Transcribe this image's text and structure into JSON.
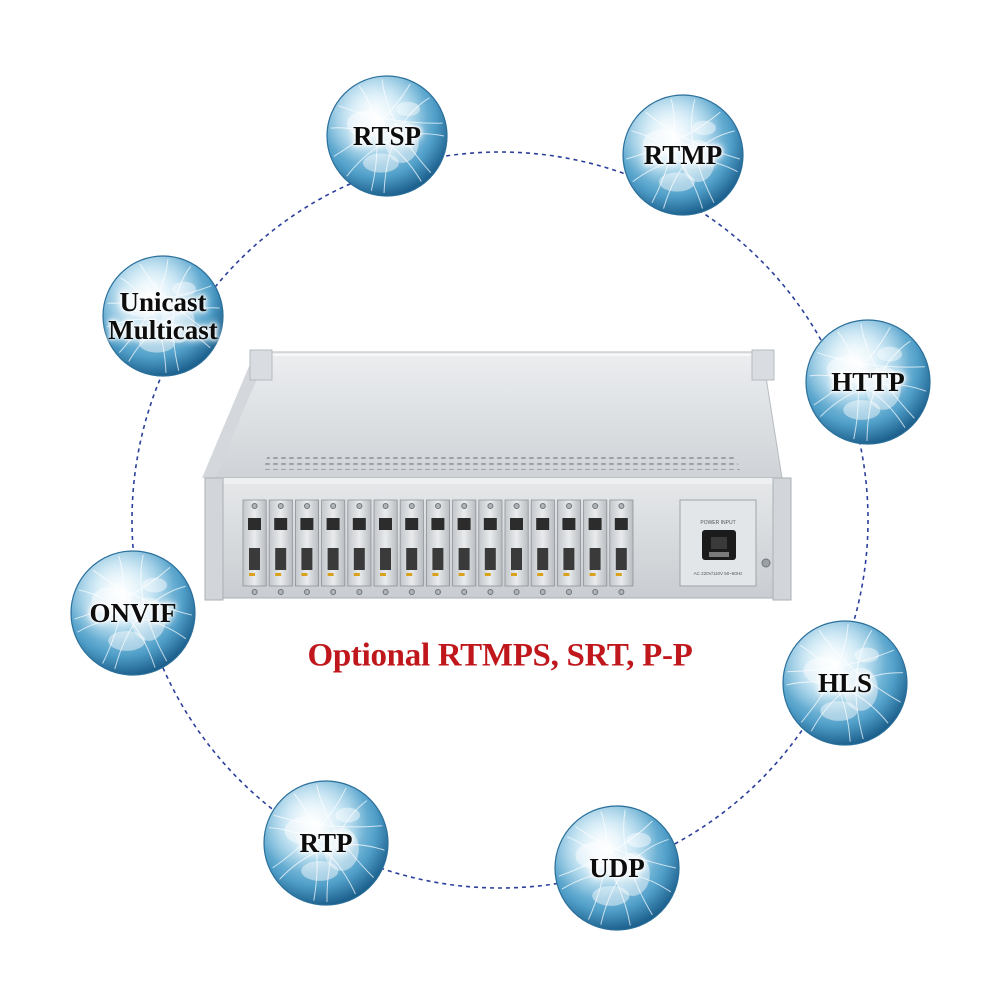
{
  "protocols": [
    {
      "id": "rtsp",
      "lines": [
        "RTSP"
      ]
    },
    {
      "id": "rtmp",
      "lines": [
        "RTMP"
      ]
    },
    {
      "id": "unicast-multicast",
      "lines": [
        "Unicast",
        "Multicast"
      ]
    },
    {
      "id": "http",
      "lines": [
        "HTTP"
      ]
    },
    {
      "id": "onvif",
      "lines": [
        "ONVIF"
      ]
    },
    {
      "id": "hls",
      "lines": [
        "HLS"
      ]
    },
    {
      "id": "rtp",
      "lines": [
        "RTP"
      ]
    },
    {
      "id": "udp",
      "lines": [
        "UDP"
      ]
    }
  ],
  "caption": "Optional RTMPS, SRT, P-P",
  "device": {
    "slots": 15,
    "power_panel_title": "POWER INPUT",
    "power_panel_spec": "AC 220V/110V 50~60Hz"
  },
  "colors": {
    "caption": "#c0171c",
    "ring_dash": "#2b3f9c",
    "globe_light": "#dff3fb",
    "globe_mid": "#6fb7d9",
    "globe_dark": "#1f6f9e",
    "chassis": "#d9dcdf"
  }
}
